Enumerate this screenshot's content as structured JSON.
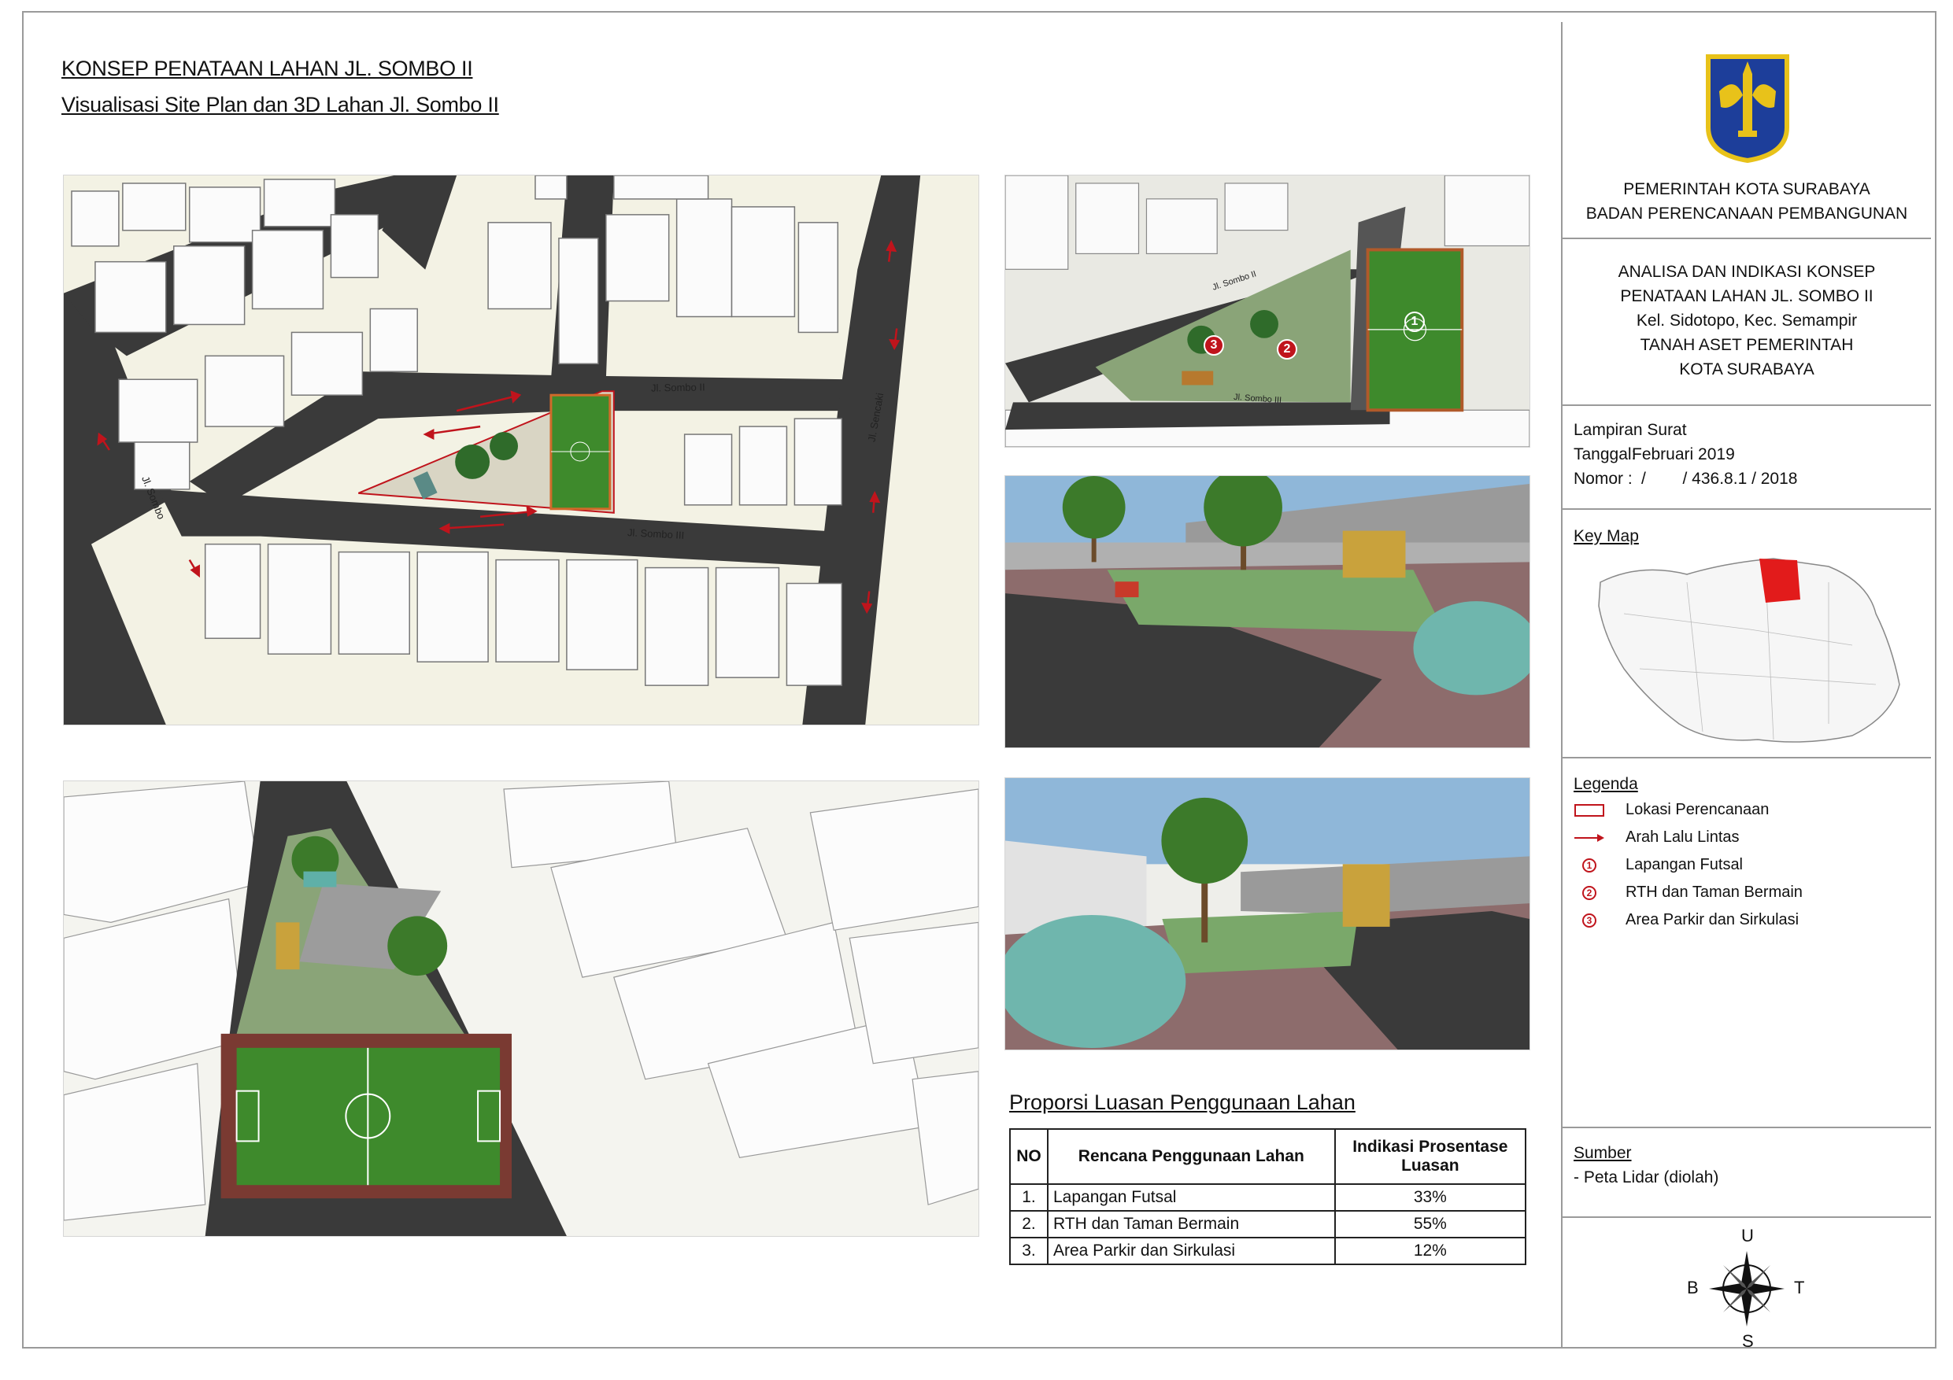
{
  "header": {
    "title": "KONSEP PENATAAN LAHAN JL. SOMBO II",
    "subtitle": "Visualisasi Site Plan dan 3D Lahan Jl. Sombo II"
  },
  "siteplan": {
    "streets": {
      "sombo": "Jl. Sombo",
      "sombo_ii": "Jl. Sombo II",
      "sombo_iii": "Jl. Sombo III",
      "sencaki": "Jl. Sencaki"
    }
  },
  "aerial_small": {
    "streets": {
      "sombo_ii": "Jl. Sombo II",
      "sombo_iii": "Jl. Sombo III"
    },
    "markers": [
      "1",
      "2",
      "3"
    ]
  },
  "proportion": {
    "title": "Proporsi Luasan Penggunaan Lahan",
    "columns": [
      "NO",
      "Rencana Penggunaan Lahan",
      "Indikasi Prosentase Luasan"
    ],
    "rows": [
      {
        "no": "1.",
        "use": "Lapangan Futsal",
        "pct": "33%"
      },
      {
        "no": "2.",
        "use": "RTH dan Taman Bermain",
        "pct": "55%"
      },
      {
        "no": "3.",
        "use": "Area Parkir dan Sirkulasi",
        "pct": "12%"
      }
    ]
  },
  "panel": {
    "agency_line1": "PEMERINTAH KOTA SURABAYA",
    "agency_line2": "BADAN PERENCANAAN PEMBANGUNAN",
    "doc_line1": "ANALISA DAN INDIKASI KONSEP",
    "doc_line2": "PENATAAN LAHAN JL. SOMBO II",
    "doc_line3": "Kel. Sidotopo, Kec. Semampir",
    "doc_line4": "TANAH ASET PEMERINTAH",
    "doc_line5": "KOTA SURABAYA",
    "lampiran": "Lampiran Surat",
    "tanggal_label": "Tanggal:",
    "tanggal_value": "Februari 2019",
    "nomor_label": "Nomor :",
    "nomor_value": "/        / 436.8.1 / 2018",
    "keymap_title": "Key Map",
    "legenda_title": "Legenda",
    "legend": [
      {
        "symbol": "rect-outline",
        "label": "Lokasi Perencanaan"
      },
      {
        "symbol": "arrow",
        "label": "Arah Lalu Lintas"
      },
      {
        "symbol": "circle",
        "num": "1",
        "label": "Lapangan Futsal"
      },
      {
        "symbol": "circle",
        "num": "2",
        "label": "RTH dan Taman Bermain"
      },
      {
        "symbol": "circle",
        "num": "3",
        "label": "Area Parkir dan Sirkulasi"
      }
    ],
    "sumber_title": "Sumber",
    "sumber_value": "- Peta Lidar (diolah)",
    "compass": {
      "n": "U",
      "s": "S",
      "e": "T",
      "w": "B"
    }
  },
  "colors": {
    "accent_red": "#c0141c",
    "grass": "#3e8a2c",
    "road": "#3a3a3a",
    "crest_blue": "#1d3e9a",
    "crest_gold": "#e8c21a"
  }
}
